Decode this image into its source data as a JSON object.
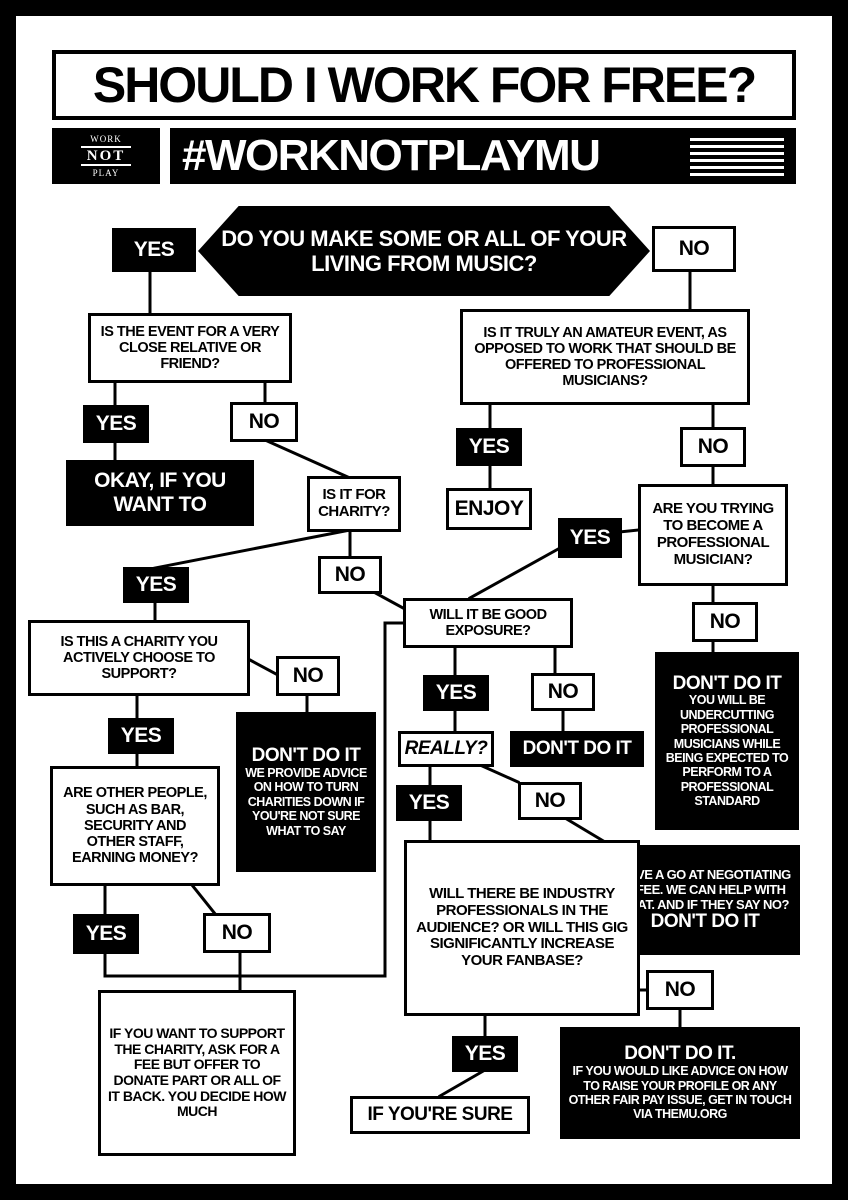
{
  "title": "SHOULD I WORK FOR FREE?",
  "hashtag": "#WORKNOTPLAYMU",
  "logo": {
    "line1": "WORK",
    "line2": "NOT",
    "line3": "PLAY"
  },
  "nodes": {
    "q_living": "DO YOU MAKE SOME OR ALL OF YOUR LIVING FROM MUSIC?",
    "yes_living": "YES",
    "no_living": "NO",
    "q_relative": "IS THE EVENT FOR A VERY CLOSE RELATIVE OR FRIEND?",
    "yes_relative": "YES",
    "no_relative": "NO",
    "okay": "OKAY, IF YOU WANT TO",
    "q_charity": "IS IT FOR CHARITY?",
    "yes_charity": "YES",
    "no_charity": "NO",
    "q_choose": "IS THIS A CHARITY YOU ACTIVELY CHOOSE TO SUPPORT?",
    "no_choose": "NO",
    "yes_choose": "YES",
    "dont_charity_head": "DON'T DO IT",
    "dont_charity_sub": "WE PROVIDE ADVICE ON HOW TO TURN CHARITIES DOWN IF YOU'RE NOT SURE WHAT TO SAY",
    "q_others": "ARE OTHER PEOPLE, SUCH AS BAR, SECURITY AND OTHER STAFF, EARNING MONEY?",
    "yes_others": "YES",
    "no_others": "NO",
    "support": "IF YOU WANT TO SUPPORT THE CHARITY, ASK FOR A FEE BUT OFFER TO DONATE PART OR ALL OF IT BACK. YOU DECIDE HOW MUCH",
    "q_amateur": "IS IT TRULY AN AMATEUR EVENT, AS OPPOSED TO WORK THAT SHOULD BE OFFERED TO PROFESSIONAL MUSICIANS?",
    "yes_amateur": "YES",
    "enjoy": "ENJOY",
    "no_amateur": "NO",
    "q_pro": "ARE YOU TRYING TO BECOME A PROFESSIONAL MUSICIAN?",
    "yes_pro": "YES",
    "no_pro": "NO",
    "dont_pro_head": "DON'T DO IT",
    "dont_pro_sub": "YOU WILL BE UNDERCUTTING PROFESSIONAL MUSICIANS WHILE BEING EXPECTED TO PERFORM TO A PROFESSIONAL STANDARD",
    "q_exposure": "WILL IT BE GOOD EXPOSURE?",
    "yes_exposure": "YES",
    "no_exposure": "NO",
    "dont_exposure": "DON'T DO IT",
    "really": "REALLY?",
    "yes_really": "YES",
    "no_really": "NO",
    "negotiate_sub": "HAVE A GO AT NEGOTIATING A FEE. WE CAN HELP WITH THAT. AND IF THEY SAY NO?",
    "negotiate_head": "DON'T DO IT",
    "q_industry": "WILL THERE BE INDUSTRY PROFESSIONALS IN THE AUDIENCE? OR WILL THIS GIG SIGNIFICANTLY INCREASE YOUR FANBASE?",
    "yes_industry": "YES",
    "no_industry": "NO",
    "sure": "IF YOU'RE SURE",
    "dont_final_head": "DON'T DO IT.",
    "dont_final_sub": "IF YOU WOULD LIKE ADVICE ON HOW TO RAISE YOUR PROFILE OR ANY OTHER FAIR PAY ISSUE, GET IN TOUCH VIA THEMU.ORG"
  }
}
